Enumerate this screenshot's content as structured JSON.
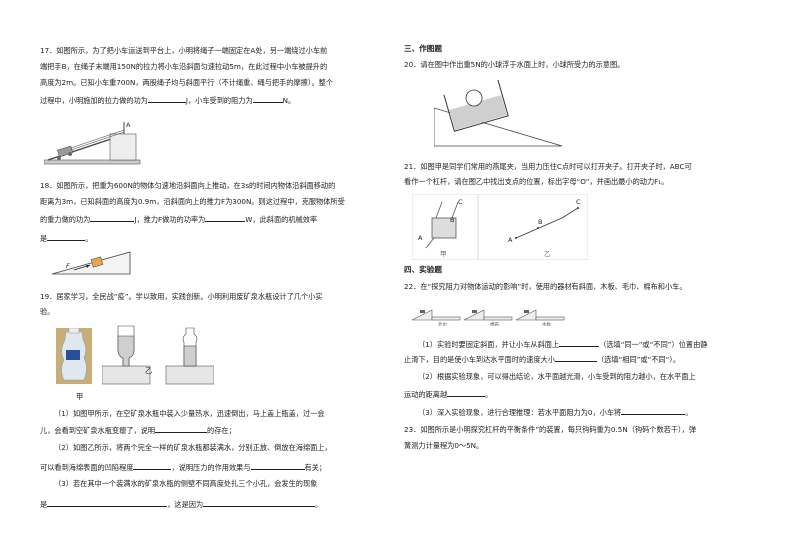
{
  "left": {
    "q17": {
      "l1": "17．如图所示，为了把小车运送到平台上，小明将绳子一端固定在A处，另一端绕过小车前",
      "l2": "端把手B，在绳子末端用150N的拉力将小车沿斜面匀速拉动5m，在此过程中小车被提升的",
      "l3": "高度为2m。已知小车重700N，两股绳子均与斜面平行（不计绳重、绳与把手的摩擦）。整个",
      "l4a": "过程中，小明施加的拉力做的功为",
      "l4b": "J，小车受到的阻力为",
      "l4c": "N。"
    },
    "q18": {
      "l1": "18．如图所示，把重为600N的物体匀速地沿斜面向上推动，在3s的时间内物体沿斜面移动的",
      "l2": "距离为3m，已知斜面的高度为0.9m，沿斜面向上的推力F为300N。则这过程中，克服物体所受",
      "l3a": "的重力做的功为",
      "l3b": "J，推力F做功的功率为",
      "l3c": "W，此斜面的机械效率",
      "l4a": "是",
      "l4b": "。",
      "fig_F": "F"
    },
    "q19": {
      "l1": "19．居家学习，全民战“疫”。学以致用，实践创新。小明利用废矿泉水瓶设计了几个小实",
      "l2": "验。",
      "fig_a": "甲",
      "fig_b": "乙",
      "s1a": "（1）如图甲所示，在空矿泉水瓶中装入少量热水，迅速倒出，马上盖上瓶盖，过一会",
      "s1b": "儿，会看到空矿泉水瓶变瘪了，说明",
      "s1c": "的存在；",
      "s2a": "（2）如图乙所示，将两个完全一样的矿泉水瓶都装满水，分别正放、倒放在海绵面上，",
      "s2b": "可以看到海绵表面的凹陷程度",
      "s2c": "，说明压力的作用效果与",
      "s2d": "有关；",
      "s3a": "（3）若在其中一个装满水的矿泉水瓶的侧壁不同高度处扎三个小孔，会发生的现象",
      "s3b": "是",
      "s3c": "，这是因为",
      "s3d": "。"
    }
  },
  "right": {
    "sec3": "三、作图题",
    "q20": "20．请在图中作出重5N的小球浮于水面上时，小球所受力的示意图。",
    "q21": {
      "l1": "21．如图甲是同学们常用的燕尾夹，当用力压住C点时可以打开夹子。打开夹子时，ABC可",
      "l2": "看作一个杠杆，请在图乙中找出支点的位置，标出字母“O”，并画出最小的动力F₁。",
      "A": "A",
      "B": "B",
      "C": "C",
      "fig_a": "甲",
      "fig_b": "乙"
    },
    "sec4": "四、实验题",
    "q22": {
      "l1": "22．在“探究阻力对物体运动的影响”时，使用的器材有斜面、木板、毛巾、棉布和小车。",
      "surf": [
        "毛巾",
        "棉布",
        "木板"
      ],
      "s1a": "（1）实验时要固定斜面，并让小车从斜面上",
      "s1b": "（选填“同一”或“不同”）位置由静",
      "s1c": "止滑下，目的是使小车到达水平面时的速度大小",
      "s1d": "（选填“相同”或“不同”）。",
      "s2a": "（2）根据实验现象，可以得出结论，水平面越光滑，小车受到的阻力越小，在水平面上",
      "s2b": "运动的距离越",
      "s2c": "。",
      "s3a": "（3）深入实验现象，进行合理推理：若水平面阻力为0，小车将",
      "s3b": "。"
    },
    "q23": {
      "l1": "23．如图所示是小明探究杠杆的平衡条件”的装置，每只钩码重为0.5N（钩码个数若干），弹",
      "l2": "簧测力计量程为0～5N。"
    }
  }
}
